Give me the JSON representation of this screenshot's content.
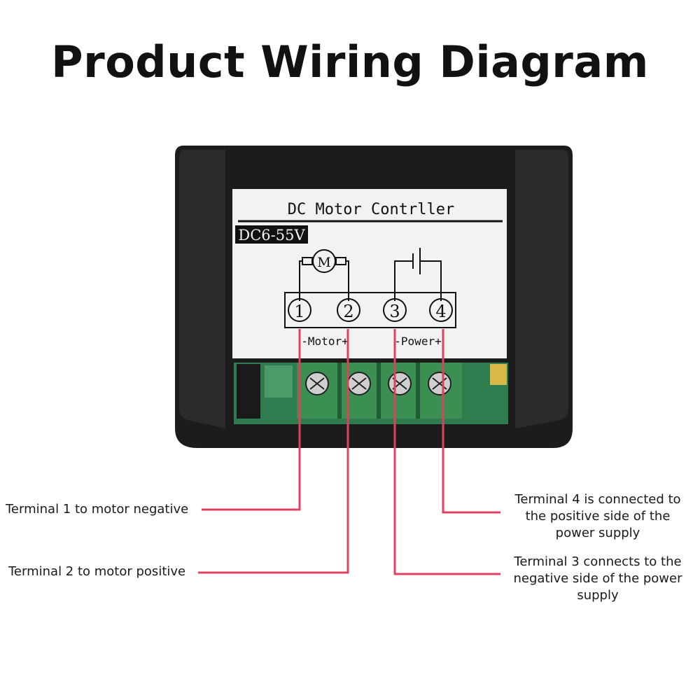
{
  "title": "Product Wiring Diagram",
  "label": {
    "heading": "DC Motor Contrller",
    "voltage": "DC6-55V",
    "motor_symbol": "M",
    "terminals": [
      "1",
      "2",
      "3",
      "4"
    ],
    "group_motor": "-Motor+",
    "group_power": "-Power+"
  },
  "callouts": {
    "terminal1": "Terminal 1 to motor negative",
    "terminal2": "Terminal 2 to motor positive",
    "terminal4": [
      "Terminal 4 is connected to",
      "the positive side of the",
      "power supply"
    ],
    "terminal3": [
      "Terminal 3 connects to the",
      "negative side of the power",
      "supply"
    ]
  },
  "colors": {
    "leader_line": "#e0415e",
    "housing": "#1c1c1c",
    "pcb": "#2f7d4f",
    "terminal_block": "#3b8f52"
  }
}
